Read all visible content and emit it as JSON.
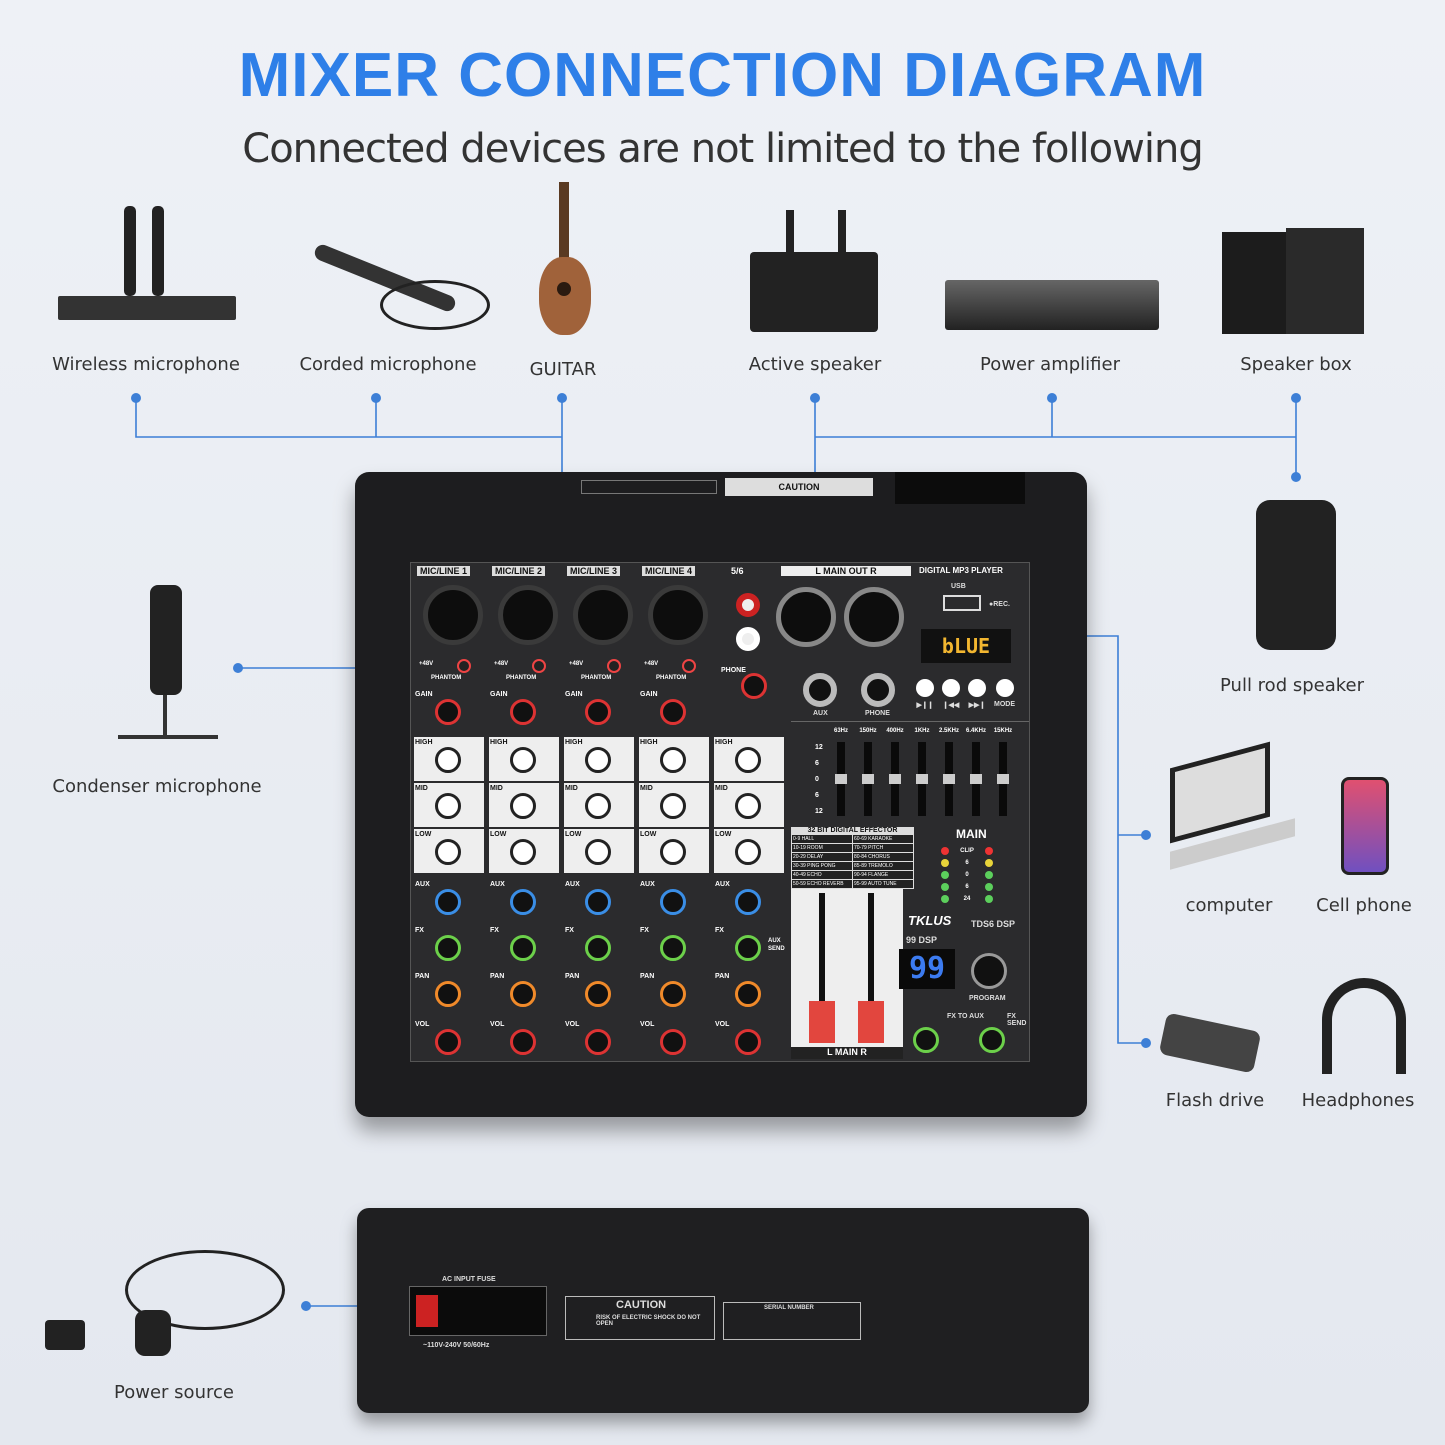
{
  "title": "MIXER CONNECTION DIAGRAM",
  "subtitle": "Connected devices are not limited to the following",
  "devices": {
    "wireless_mic": "Wireless microphone",
    "corded_mic": "Corded microphone",
    "guitar": "GUITAR",
    "active_speaker": "Active speaker",
    "power_amp": "Power amplifier",
    "speaker_box": "Speaker box",
    "pull_rod": "Pull rod speaker",
    "condenser": "Condenser microphone",
    "computer": "computer",
    "cell_phone": "Cell phone",
    "flash_drive": "Flash drive",
    "headphones": "Headphones",
    "power_source": "Power source"
  },
  "mixer": {
    "channels": [
      "MIC/LINE 1",
      "MIC/LINE 2",
      "MIC/LINE 3",
      "MIC/LINE 4"
    ],
    "stereo": "5/6",
    "main_out": "L   MAIN OUT   R",
    "mp3": "DIGITAL MP3 PLAYER",
    "usb": "USB",
    "rec": "●REC.",
    "display": "bLUE",
    "phantom": "PHANTOM",
    "v48": "+48V",
    "phone": "PHONE",
    "aux": "AUX",
    "transport": [
      "▶❙❙",
      "❙◀◀",
      "▶▶❙",
      "MODE"
    ],
    "knob_rows": [
      "GAIN",
      "HIGH",
      "MID",
      "LOW",
      "AUX",
      "FX",
      "PAN",
      "VOL"
    ],
    "eq_bands": [
      "63Hz",
      "150Hz",
      "400Hz",
      "1KHz",
      "2.5KHz",
      "6.4KHz",
      "15KHz"
    ],
    "eq_scale": [
      "12",
      "6",
      "0",
      "6",
      "12"
    ],
    "effector_title": "32 BIT DIGITAL EFFECTOR",
    "effects": [
      "0-9 HALL",
      "60-69 KARAOKE",
      "10-19 ROOM",
      "70-79 PITCH",
      "20-29 DELAY",
      "80-84 CHORUS",
      "30-39 PING PONG",
      "85-89 TREMOLO",
      "40-49 ECHO",
      "90-94 FLANGE",
      "50-59 ECHO REVERB",
      "95-99 AUTO TUNE"
    ],
    "main": "MAIN",
    "meter": [
      "CLIP",
      "6",
      "0",
      "6",
      "24"
    ],
    "brand": "TKLUS",
    "model": "TDS6 DSP",
    "dsp": "99 DSP",
    "dsp_display": "99",
    "program": "PROGRAM",
    "fx_to_aux": "FX TO AUX",
    "fx_send": "FX SEND",
    "main_fader": "L  MAIN  R",
    "aux_send": "AUX SEND",
    "caution": "CAUTION",
    "ac_input": "AC INPUT FUSE",
    "voltage": "~110V-240V 50/60Hz",
    "serial": "SERIAL NUMBER",
    "shock": "RISK OF ELECTRIC SHOCK DO NOT OPEN"
  },
  "colors": {
    "accent": "#2e7fe8",
    "line": "#3d7fd6"
  }
}
